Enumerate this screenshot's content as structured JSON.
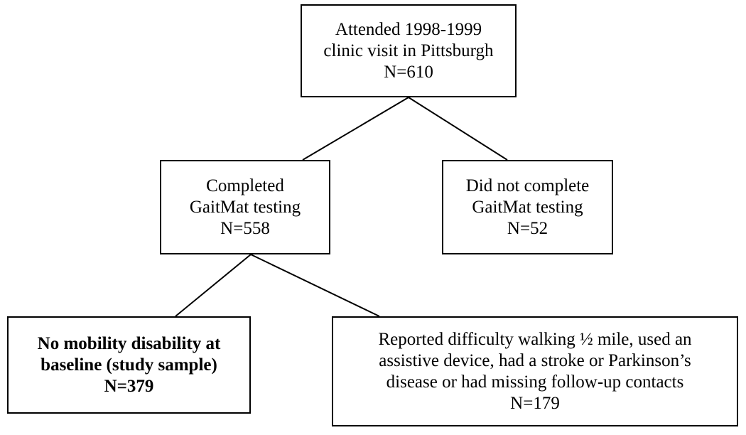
{
  "diagram": {
    "nodes": {
      "attended": {
        "lines": [
          "Attended 1998-1999",
          "clinic visit in Pittsburgh",
          "N=610"
        ]
      },
      "completed": {
        "lines": [
          "Completed",
          "GaitMat testing",
          "N=558"
        ]
      },
      "not_completed": {
        "lines": [
          "Did not complete",
          "GaitMat testing",
          "N=52"
        ]
      },
      "no_disability": {
        "lines": [
          "No mobility disability at",
          "baseline (study sample)",
          "N=379"
        ]
      },
      "excluded": {
        "lines": [
          "Reported difficulty walking ½ mile, used an",
          "assistive device, had a stroke or Parkinson’s",
          "disease or had missing follow-up contacts",
          "N=179"
        ]
      }
    },
    "edges": [
      {
        "from": "attended",
        "to": "completed"
      },
      {
        "from": "attended",
        "to": "not_completed"
      },
      {
        "from": "completed",
        "to": "no_disability"
      },
      {
        "from": "completed",
        "to": "excluded"
      }
    ]
  }
}
